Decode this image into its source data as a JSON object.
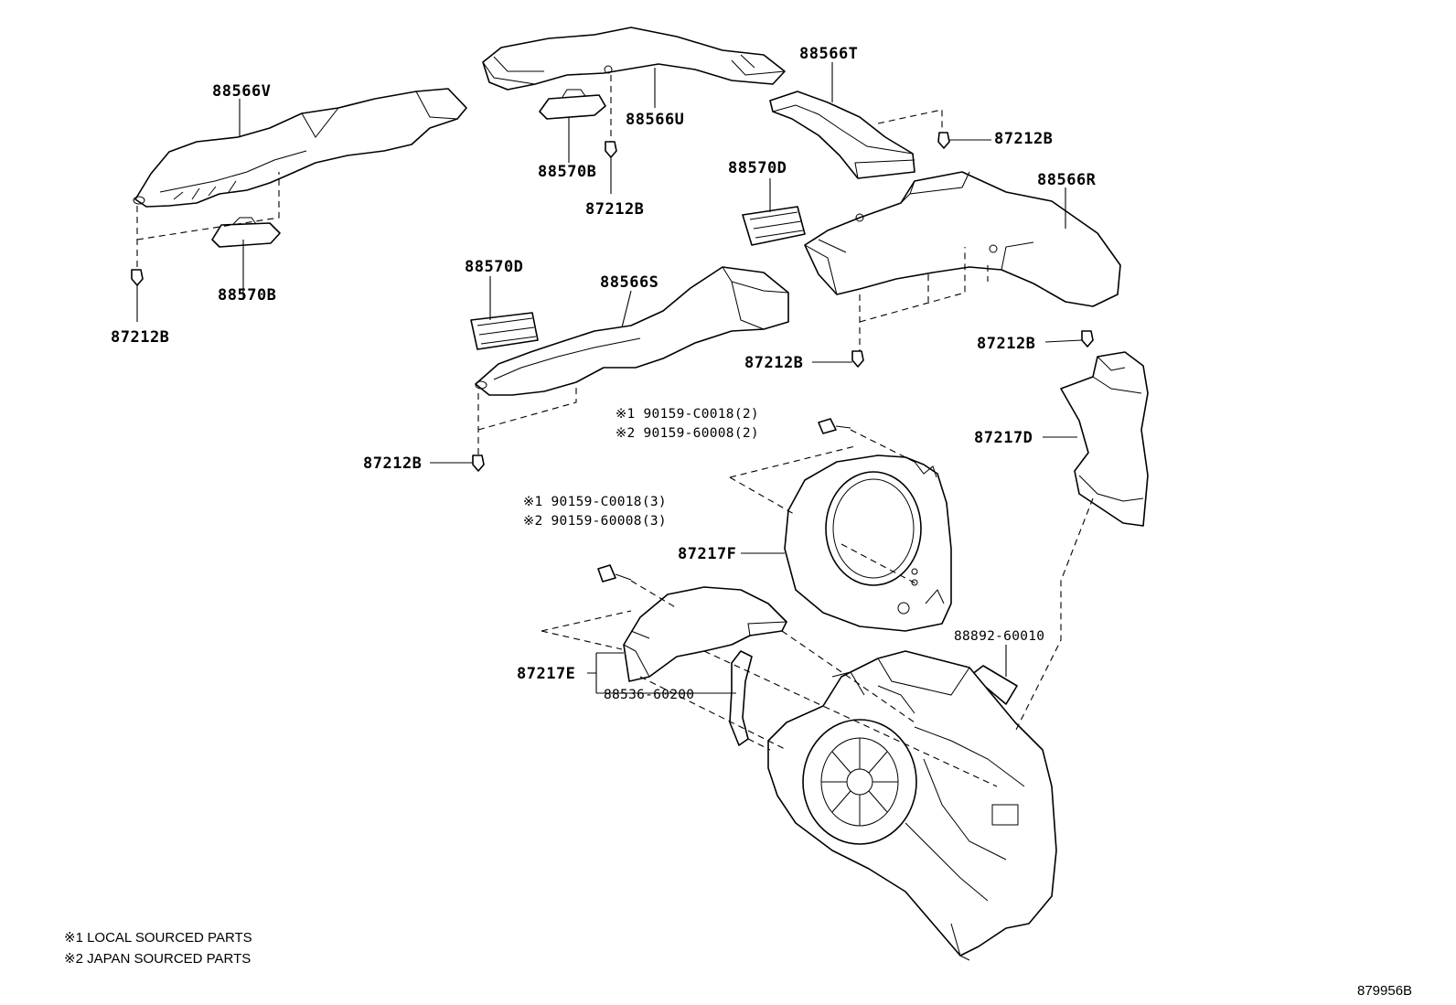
{
  "labels": {
    "p88566V": "88566V",
    "p88566U": "88566U",
    "p88566T": "88566T",
    "p88566R": "88566R",
    "p88566S": "88566S",
    "p88570B_left": "88570B",
    "p88570B_top": "88570B",
    "p88570D_mid": "88570D",
    "p88570D_left": "88570D",
    "p87212B_a": "87212B",
    "p87212B_b": "87212B",
    "p87212B_c": "87212B",
    "p87212B_d": "87212B",
    "p87212B_e": "87212B",
    "p87212B_f": "87212B",
    "p87217D": "87217D",
    "p87217F": "87217F",
    "p87217E": "87217E",
    "p88892": "88892-60010",
    "p88536": "88536-60200"
  },
  "screw_notes": {
    "upper_1": "※1 90159-C0018(2)",
    "upper_2": "※2 90159-60008(2)",
    "lower_1": "※1 90159-C0018(3)",
    "lower_2": "※2 90159-60008(3)"
  },
  "footnotes": {
    "note1": "※1 LOCAL SOURCED PARTS",
    "note2": "※2 JAPAN SOURCED PARTS"
  },
  "diagram_id": "879956B"
}
